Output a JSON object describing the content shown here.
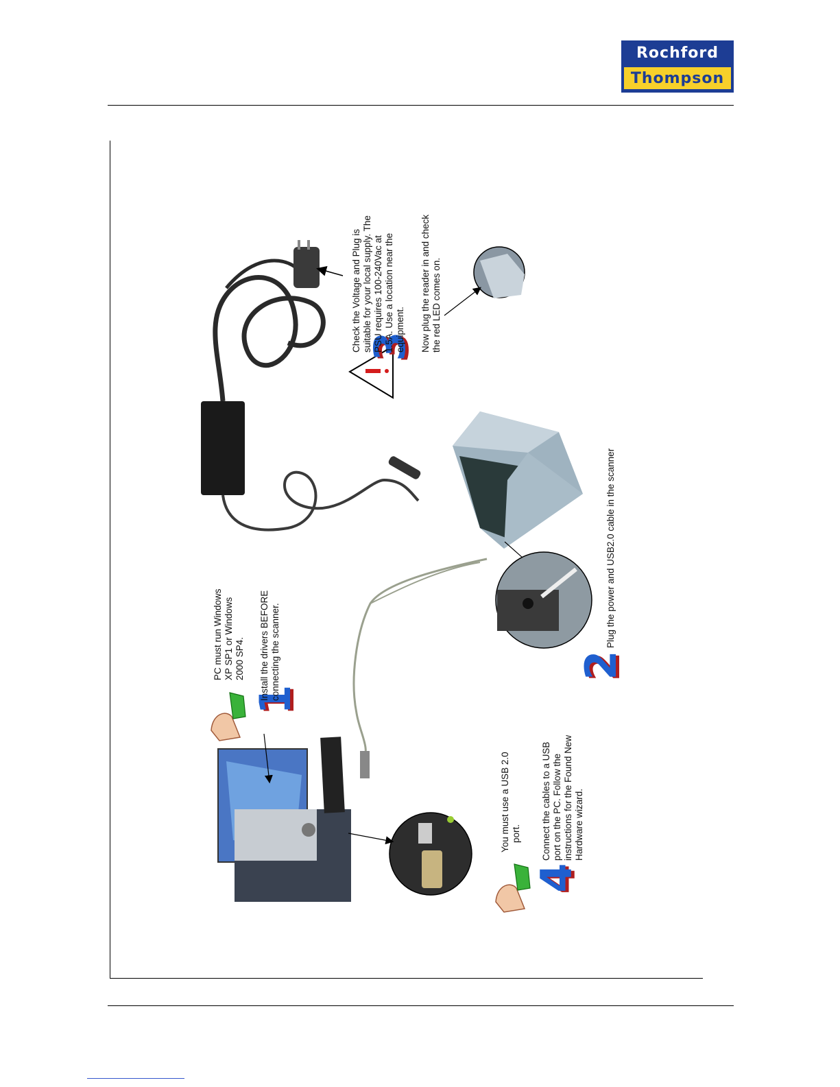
{
  "logo": {
    "line1": "Rochford",
    "line2": "Thompson"
  },
  "steps": {
    "psu_warning": [
      "Check the Voltage and Plug is",
      "suitable for your local supply. The",
      "PSU requires 100-240Vac at",
      "1.5A. Use a location near the",
      "equipment."
    ],
    "step3": [
      "Now plug the reader in and check",
      "the red LED comes on."
    ],
    "step2": [
      "Plug the power and USB2.0 cable in the scanner"
    ],
    "step1_note": [
      "PC must run Windows",
      "XP SP1 or Windows",
      "2000 SP4."
    ],
    "step1": [
      "Install the drivers BEFORE",
      "connecting the scanner."
    ],
    "step4_note": [
      "You must use a USB 2.0",
      "port."
    ],
    "step4": [
      "Connect the cables to a USB",
      "port on the PC. Follow the",
      "instructions for the Found New",
      "Hardware wizard."
    ]
  },
  "step_numbers": {
    "one": "1",
    "two": "2",
    "three": "3",
    "four": "4"
  },
  "colors": {
    "brand_blue": "#1d3d94",
    "brand_yellow": "#f7d02a",
    "step_number_blue": "#1f5fcf",
    "step_number_shadow": "#b01e1e"
  }
}
